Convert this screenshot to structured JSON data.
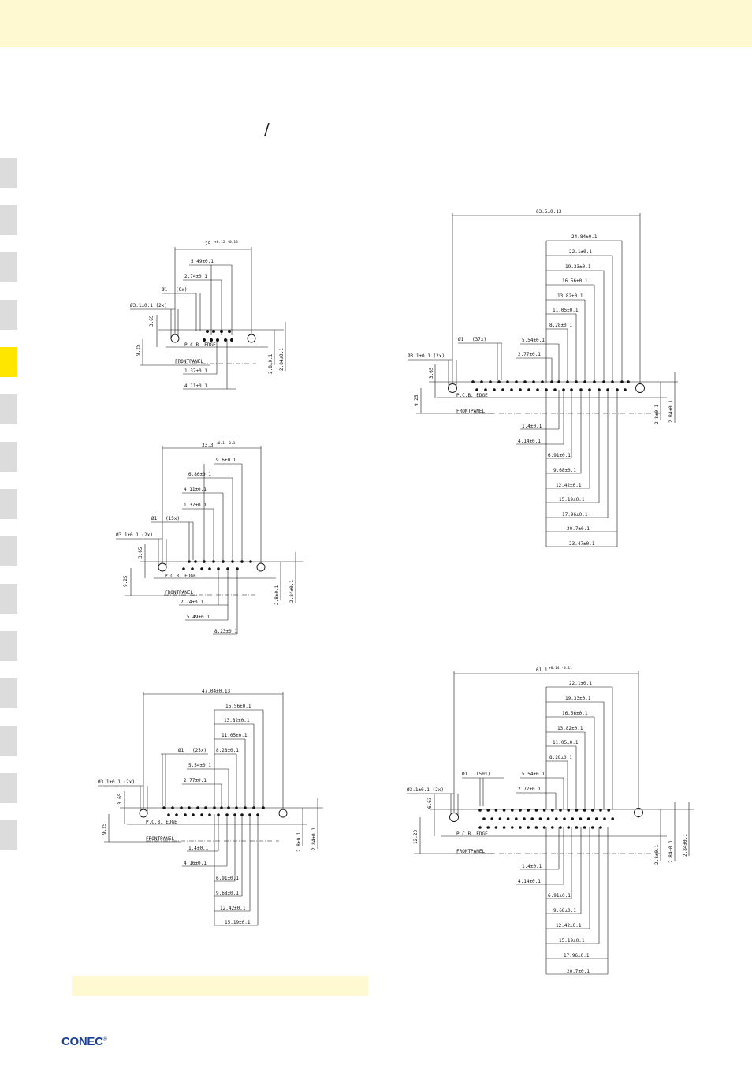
{
  "page": {
    "top_band_color": "#fff9d1",
    "accent_color": "#ffe600",
    "tab_color": "#dcdcdc"
  },
  "header": {
    "separator": "/"
  },
  "side_tabs": {
    "count": 15,
    "active_index": 4
  },
  "logo": {
    "text": "CONEC",
    "mark": "®",
    "color": "#1a3f95"
  },
  "common_labels": {
    "pcb_edge": "P.C.B. EDGE",
    "frontpanel": "FRONTPANEL",
    "mount_hole": "Ø3.1±0.1 (2x)",
    "dim_365": "3.65",
    "dim_925": "9.25",
    "dim_284": "2.84±0.1",
    "dim_28": "2.8±0.1"
  },
  "drawing_9": {
    "overall": "25",
    "overall_tol": "+0.12 -0.13",
    "pin_dia": "Ø1",
    "pin_count": "(9x)",
    "top_dims": [
      "5.49±0.1",
      "2.74±0.1"
    ],
    "bottom_dims": [
      "1.37±0.1",
      "4.11±0.1"
    ]
  },
  "drawing_15": {
    "overall": "33.3",
    "overall_tol": "+0.1 -0.1",
    "pin_dia": "Ø1",
    "pin_count": "(15x)",
    "top_dims": [
      "9.6±0.1",
      "6.86±0.1",
      "4.11±0.1",
      "1.37±0.1"
    ],
    "bottom_dims": [
      "2.74±0.1",
      "5.49±0.1",
      "8.23±0.1"
    ]
  },
  "drawing_25": {
    "overall": "47.04±0.13",
    "pin_dia": "Ø1",
    "pin_count": "(25x)",
    "top_dims": [
      "16.56±0.1",
      "13.82±0.1",
      "11.05±0.1",
      "8.28±0.1",
      "5.54±0.1",
      "2.77±0.1"
    ],
    "bottom_dims": [
      "1.4±0.1",
      "4.16±0.1",
      "6.91±0.1",
      "9.68±0.1",
      "12.42±0.1",
      "15.19±0.1"
    ]
  },
  "drawing_37": {
    "overall": "63.5±0.13",
    "pin_dia": "Ø1",
    "pin_count": "(37x)",
    "top_dims": [
      "24.84±0.1",
      "22.1±0.1",
      "19.33±0.1",
      "16.56±0.1",
      "13.82±0.1",
      "11.05±0.1",
      "8.28±0.1",
      "5.54±0.1",
      "2.77±0.1"
    ],
    "bottom_dims": [
      "1.4±0.1",
      "4.14±0.1",
      "6.91±0.1",
      "9.68±0.1",
      "12.42±0.1",
      "15.19±0.1",
      "17.96±0.1",
      "20.7±0.1",
      "23.47±0.1"
    ]
  },
  "drawing_50": {
    "overall": "61.1",
    "overall_tol": "+0.14 -0.11",
    "pin_dia": "Ø1",
    "pin_count": "(50x)",
    "dim_663": "6.63",
    "dim_1223": "12.23",
    "top_dims": [
      "22.1±0.1",
      "19.33±0.1",
      "16.56±0.1",
      "13.82±0.1",
      "11.05±0.1",
      "8.28±0.1",
      "5.54±0.1",
      "2.77±0.1"
    ],
    "bottom_dims": [
      "1.4±0.1",
      "4.14±0.1",
      "6.91±0.1",
      "9.68±0.1",
      "12.42±0.1",
      "15.19±0.1",
      "17.96±0.1",
      "20.7±0.1"
    ]
  }
}
